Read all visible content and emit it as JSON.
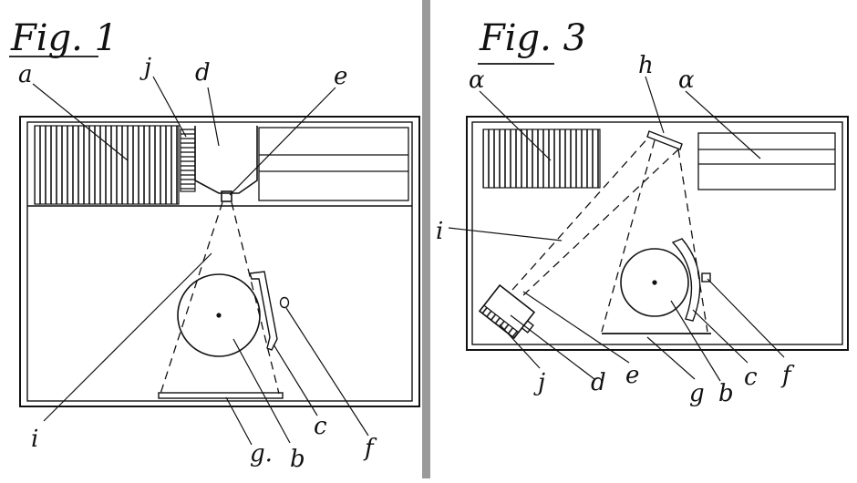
{
  "figures": [
    {
      "title": "Fig. 1",
      "labels": {
        "a": "a",
        "j": "j",
        "d": "d",
        "e": "e",
        "i": "i",
        "g": "g.",
        "b": "b",
        "c": "c",
        "f": "f"
      }
    },
    {
      "title": "Fig. 3",
      "labels": {
        "a_left": "α",
        "h": "h",
        "a_right": "α",
        "i": "i",
        "j": "j",
        "d": "d",
        "e": "e",
        "g": "g",
        "b": "b",
        "c": "c",
        "f": "f"
      }
    }
  ],
  "colors": {
    "ink": "#111111",
    "divider": "#9a9a9a",
    "paper": "#ffffff"
  }
}
